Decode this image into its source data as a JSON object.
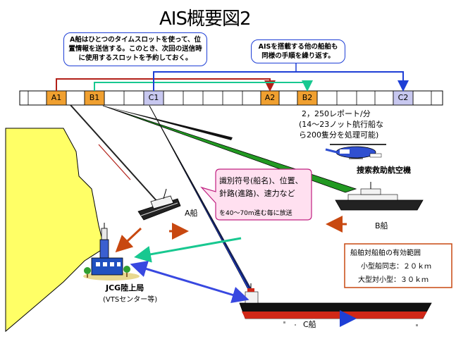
{
  "title": "AIS概要図2",
  "slots": [
    {
      "label": "A1",
      "color": "#f0a030"
    },
    {
      "label": "B1",
      "color": "#f0a030"
    },
    {
      "label": "C1",
      "color": "#c8c8f0"
    },
    {
      "label": "A2",
      "color": "#f0a030"
    },
    {
      "label": "B2",
      "color": "#f0a030"
    },
    {
      "label": "C2",
      "color": "#c8c8f0"
    }
  ],
  "callout_a": "A船はひとつのタイムスロットを使って、位置情報を送信する。このとき、次回の送信時に使用するスロットを予約しておく。",
  "callout_c": "AISを搭載する他の船舶も同様の手順を繰り返す。",
  "capacity": {
    "line1": "2，250レポート/分",
    "line2": "(14～23ノット航行船な",
    "line3": "ら200隻分を処理可能)"
  },
  "aircraft_label": "捜索救助航空機",
  "info_callout": {
    "line1": "識別符号(船名)、位置、",
    "line2": "針路(進路)、速力など",
    "line3": "を40～70m進む毎に放送"
  },
  "ship_a_label": "A船",
  "ship_b_label": "B船",
  "ship_c_label": "C船",
  "station_label": "JCG陸上局",
  "station_sub": "(VTSセンター等)",
  "range_box": {
    "title": "船舶対船舶の有効範囲",
    "row1": "小型船同志：２０ｋｍ",
    "row2": "大型対小型：３０ｋｍ"
  },
  "colors": {
    "ship_a_link": "#b22018",
    "ship_b_link": "#18c890",
    "ship_c_link": "#1e3fd6",
    "arrow_orange": "#c84810",
    "coast": "#ffff66"
  }
}
